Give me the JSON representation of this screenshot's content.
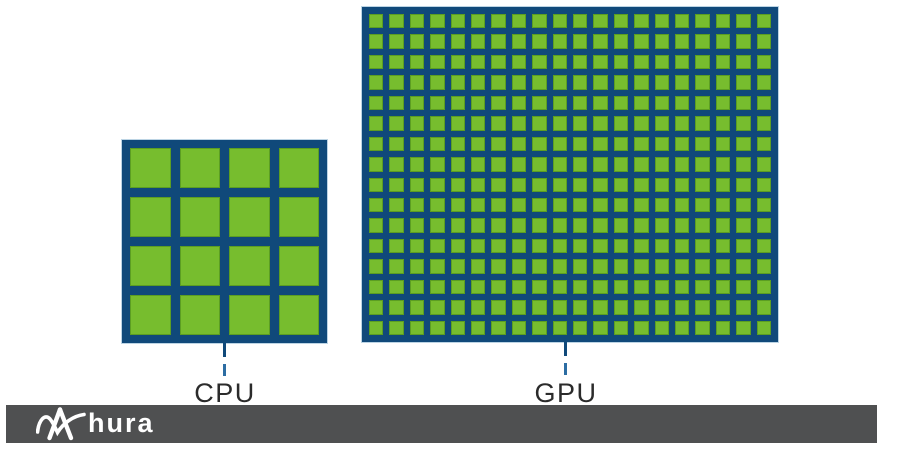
{
  "diagram": {
    "title_semantic": "CPU vs GPU core count comparison",
    "chips": [
      {
        "id": "cpu",
        "label": "CPU",
        "columns": 4,
        "rows": 4,
        "core_count": 16
      },
      {
        "id": "gpu",
        "label": "GPU",
        "columns": 20,
        "rows": 16,
        "core_count": 320
      }
    ]
  },
  "footer": {
    "brand": "Ahura",
    "brand_suffix": "hura",
    "logo_icon": "ahura-swoosh-a-icon"
  },
  "colors": {
    "core_green": "#77BD2E",
    "core_green_edge": "#5C9E22",
    "chip_navy": "#10497A",
    "leader_blue": "#2C6DA3",
    "label_text": "#2B2B2B",
    "footer_gray": "#4F5051",
    "logo_white": "#FFFFFF"
  }
}
